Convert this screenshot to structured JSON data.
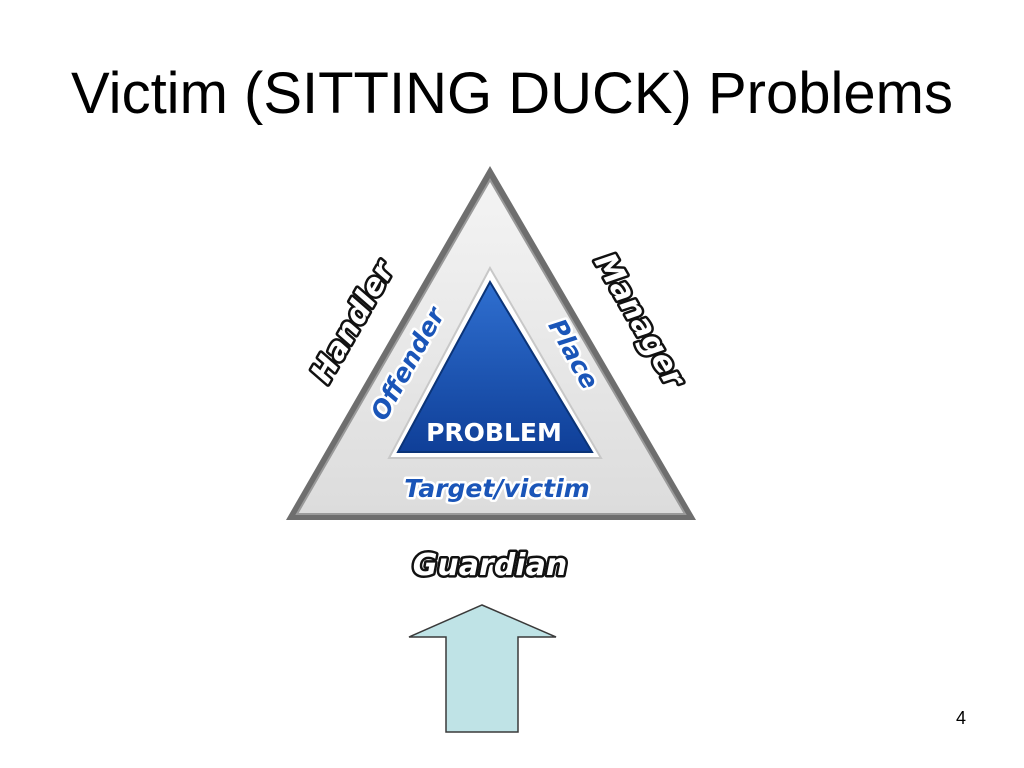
{
  "slide": {
    "title": "Victim (SITTING DUCK) Problems",
    "page_number": "4"
  },
  "diagram": {
    "center_label": "PROBLEM",
    "inner_sides": {
      "left": "Offender",
      "right": "Place",
      "bottom": "Target/victim"
    },
    "outer_sides": {
      "left": "Handler",
      "right": "Manager",
      "bottom": "Guardian"
    },
    "colors": {
      "inner_triangle": "#1a55b8",
      "outer_triangle_fill": "#ebebeb",
      "outer_triangle_border": "#6e6e6e",
      "arrow_fill": "#bfe3e6"
    },
    "arrow": {
      "direction": "up",
      "points_to": "Guardian"
    }
  }
}
